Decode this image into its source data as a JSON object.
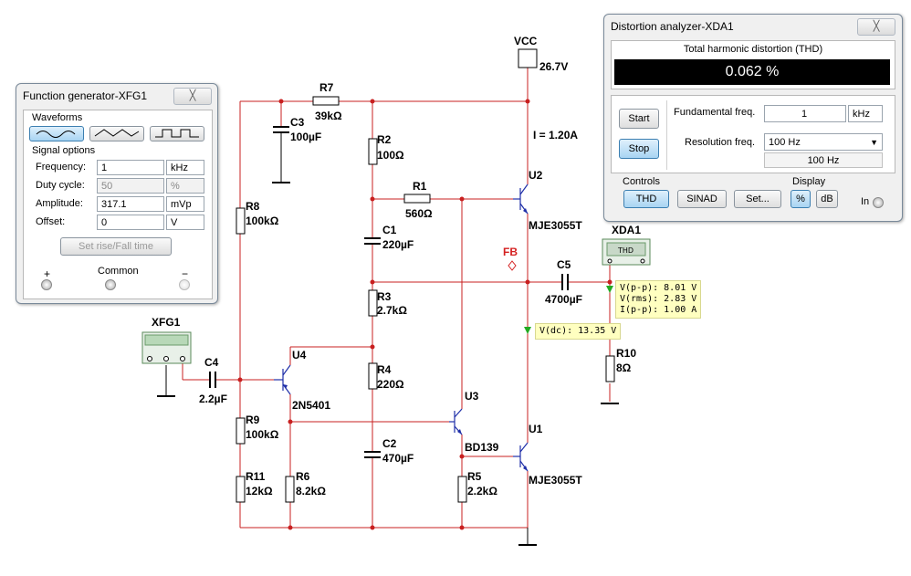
{
  "schematic": {
    "vcc": {
      "name": "VCC",
      "value": "26.7V"
    },
    "current_annotation": "I = 1.20A",
    "fb_label": "FB",
    "components": {
      "R7": {
        "ref": "R7",
        "value": "39kΩ"
      },
      "C3": {
        "ref": "C3",
        "value": "100µF"
      },
      "R2": {
        "ref": "R2",
        "value": "100Ω"
      },
      "R1": {
        "ref": "R1",
        "value": "560Ω"
      },
      "C1": {
        "ref": "C1",
        "value": "220µF"
      },
      "R8": {
        "ref": "R8",
        "value": "100kΩ"
      },
      "R3": {
        "ref": "R3",
        "value": "2.7kΩ"
      },
      "R4": {
        "ref": "R4",
        "value": "220Ω"
      },
      "C2": {
        "ref": "C2",
        "value": "470µF"
      },
      "R9": {
        "ref": "R9",
        "value": "100kΩ"
      },
      "R11": {
        "ref": "R11",
        "value": "12kΩ"
      },
      "R6": {
        "ref": "R6",
        "value": "8.2kΩ"
      },
      "R5": {
        "ref": "R5",
        "value": "2.2kΩ"
      },
      "C4": {
        "ref": "C4",
        "value": "2.2µF"
      },
      "C5": {
        "ref": "C5",
        "value": "4700µF"
      },
      "R10": {
        "ref": "R10",
        "value": "8Ω"
      },
      "U1": {
        "ref": "U1",
        "model": "MJE3055T"
      },
      "U2": {
        "ref": "U2",
        "model": "MJE3055T"
      },
      "U3": {
        "ref": "U3",
        "model": "BD139"
      },
      "U4": {
        "ref": "U4",
        "model": "2N5401"
      },
      "XFG1": {
        "ref": "XFG1"
      },
      "XDA1": {
        "ref": "XDA1",
        "display": "THD"
      }
    },
    "probe_dc": "V(dc): 13.35 V",
    "probe_ac": [
      "V(p-p): 8.01 V",
      "V(rms): 2.83 V",
      "I(p-p): 1.00 A"
    ]
  },
  "function_generator": {
    "title": "Function generator-XFG1",
    "close": "╳",
    "waveforms_label": "Waveforms",
    "waveforms": [
      "sine",
      "triangle",
      "square"
    ],
    "selected_waveform": "sine",
    "signal_options_label": "Signal options",
    "frequency": {
      "label": "Frequency:",
      "value": "1",
      "unit": "kHz"
    },
    "duty_cycle": {
      "label": "Duty cycle:",
      "value": "50",
      "unit": "%"
    },
    "amplitude": {
      "label": "Amplitude:",
      "value": "317.1",
      "unit": "mVp"
    },
    "offset": {
      "label": "Offset:",
      "value": "0",
      "unit": "V"
    },
    "rise_fall_button": "Set rise/Fall time",
    "terminals": {
      "plus": "+",
      "common": "Common",
      "minus": "−"
    }
  },
  "distortion_analyzer": {
    "title": "Distortion analyzer-XDA1",
    "close": "╳",
    "thd_label": "Total harmonic distortion (THD)",
    "thd_value": "0.062 %",
    "start_button": "Start",
    "stop_button": "Stop",
    "fundamental_freq": {
      "label": "Fundamental freq.",
      "value": "1",
      "unit": "kHz"
    },
    "resolution_freq": {
      "label": "Resolution freq.",
      "value": "100 Hz",
      "readout": "100 Hz"
    },
    "controls_label": "Controls",
    "thd_button": "THD",
    "sinad_button": "SINAD",
    "set_button": "Set...",
    "display_label": "Display",
    "percent_button": "%",
    "db_button": "dB",
    "input_label": "In"
  }
}
